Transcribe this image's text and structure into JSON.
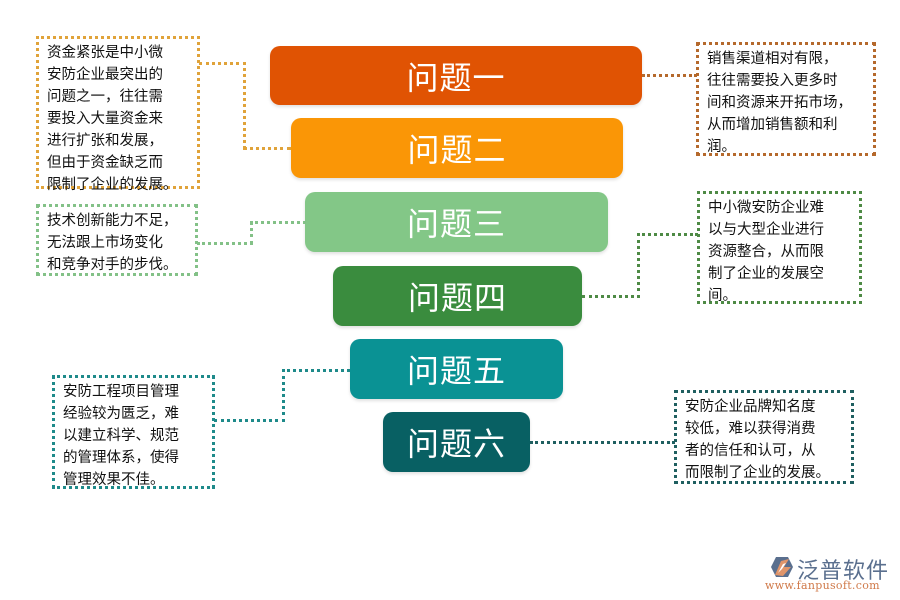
{
  "funnel": {
    "bars": [
      {
        "label": "问题一",
        "color": "#e05303"
      },
      {
        "label": "问题二",
        "color": "#fa9606"
      },
      {
        "label": "问题三",
        "color": "#83c787"
      },
      {
        "label": "问题四",
        "color": "#3a8c3e"
      },
      {
        "label": "问题五",
        "color": "#0a9294"
      },
      {
        "label": "问题六",
        "color": "#086063"
      }
    ]
  },
  "notes": [
    {
      "for": "问题二",
      "side": "left",
      "border_color": "#e0a33a",
      "lines": [
        "资金紧张是中小微",
        "安防企业最突出的",
        "问题之一，往往需",
        "要投入大量资金来",
        "进行扩张和发展，",
        "但由于资金缺乏而",
        "限制了企业的发展。"
      ]
    },
    {
      "for": "问题一",
      "side": "right",
      "border_color": "#b5692c",
      "lines": [
        "销售渠道相对有限，",
        "往往需要投入更多时",
        "间和资源来开拓市场，",
        "从而增加销售额和利",
        "润。"
      ]
    },
    {
      "for": "问题三",
      "side": "left",
      "border_color": "#83c187",
      "lines": [
        "技术创新能力不足，",
        "无法跟上市场变化",
        "和竞争对手的步伐。"
      ]
    },
    {
      "for": "问题四",
      "side": "right",
      "border_color": "#4e8a45",
      "lines": [
        "中小微安防企业难",
        "以与大型企业进行",
        "资源整合，从而限",
        "制了企业的发展空",
        "间。"
      ]
    },
    {
      "for": "问题五",
      "side": "left",
      "border_color": "#1e8a8a",
      "lines": [
        "安防工程项目管理",
        "经验较为匮乏，难",
        "以建立科学、规范",
        "的管理体系，使得",
        "管理效果不佳。"
      ]
    },
    {
      "for": "问题六",
      "side": "right",
      "border_color": "#1f5f60",
      "lines": [
        "安防企业品牌知名度",
        "较低，难以获得消费",
        "者的信任和认可，从",
        "而限制了企业的发展。"
      ]
    }
  ],
  "logo": {
    "name": "泛普软件",
    "url": "www.fanpusoft.com",
    "icon": "fanpu-logo-icon",
    "colors": {
      "blue": "#5a6f8e",
      "orange": "#e0956a"
    }
  }
}
